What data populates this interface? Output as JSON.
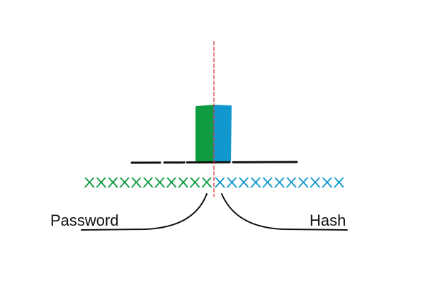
{
  "labels": {
    "left": "Password",
    "right": "Hash"
  },
  "rows": {
    "left_marks": "XXXXXXXXXXX",
    "right_marks": "XXXXXXXXXXX"
  },
  "colors": {
    "green": "#0e9a3f",
    "blue": "#1198cf",
    "red_axis": "#d62f2f",
    "ink": "#111111"
  }
}
